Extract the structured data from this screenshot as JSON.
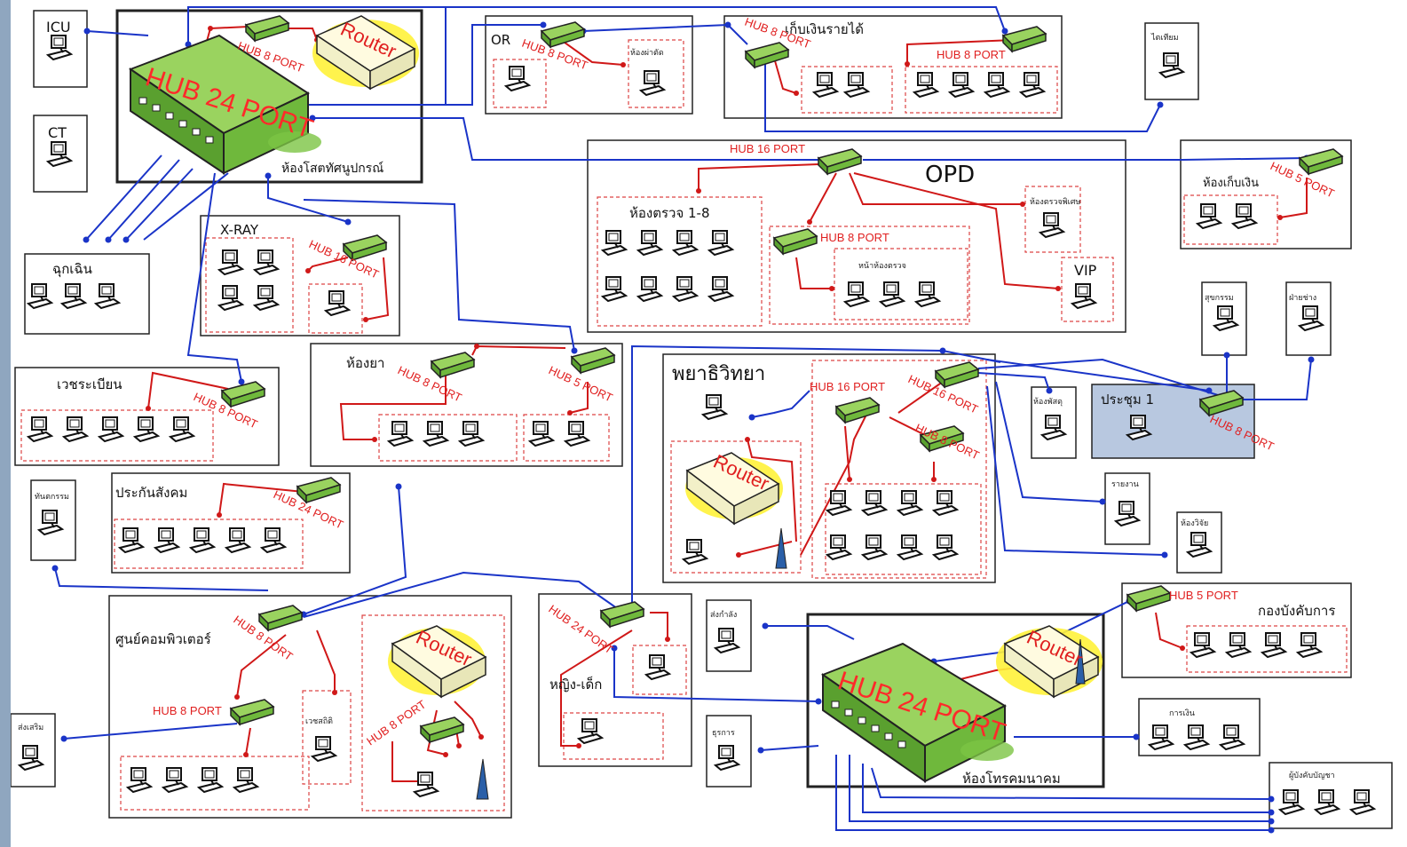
{
  "colors": {
    "blue_link": "#1a34c8",
    "red_link": "#d01818",
    "hub_green": "#7cc443",
    "router_yellow": "#fff23a",
    "room_highlight": "#b8c8e0"
  },
  "labels": {
    "icu": "ICU",
    "ct": "CT",
    "hub24_main": "HUB 24 PORT",
    "router": "Router",
    "hub8": "HUB 8 PORT",
    "hub16": "HUB 16 PORT",
    "hub5": "HUB 5 PORT",
    "hub24": "HUB 24 PORT",
    "server_room": "ห้องโสตทัศนูปกรณ์",
    "or": "OR",
    "surgery_room": "ห้องผ่าตัด",
    "revenue": "เก็บเงินรายได้",
    "dialysis": "ไตเทียม",
    "opd": "OPD",
    "exam_rooms": "ห้องตรวจ 1-8",
    "before_exam": "หน้าห้องตรวจ",
    "vip": "VIP",
    "special_clinic": "ห้องตรวจพิเศษ",
    "cashier": "ห้องเก็บเงิน",
    "er": "ฉุกเฉิน",
    "xray": "X-RAY",
    "pharmacy": "ห้องยา",
    "medical_records": "เวชระเบียน",
    "pathology": "พยาธิวิทยา",
    "meeting1": "ประชุม 1",
    "finance": "สุขกรรม",
    "maintenance": "ฝ่ายช่าง",
    "supply": "ห้องพัสดุ",
    "xray_center": "รายงาน",
    "research": "ห้องวิจัย",
    "social_security": "ประกันสังคม",
    "dental": "ทันตกรรม",
    "computer_center": "ศูนย์คอมพิวเตอร์",
    "health_promo": "ส่งเสริม",
    "nursing": "เวชสถิติ",
    "mother_child": "หญิง-เด็ก",
    "admin_power": "ส่งกำลัง",
    "telecom_room": "ห้องโทรคมนาคม",
    "general": "ธุรการ",
    "command": "กองบังคับการ",
    "money": "การเงิน",
    "commander": "ผู้บังคับบัญชา"
  }
}
